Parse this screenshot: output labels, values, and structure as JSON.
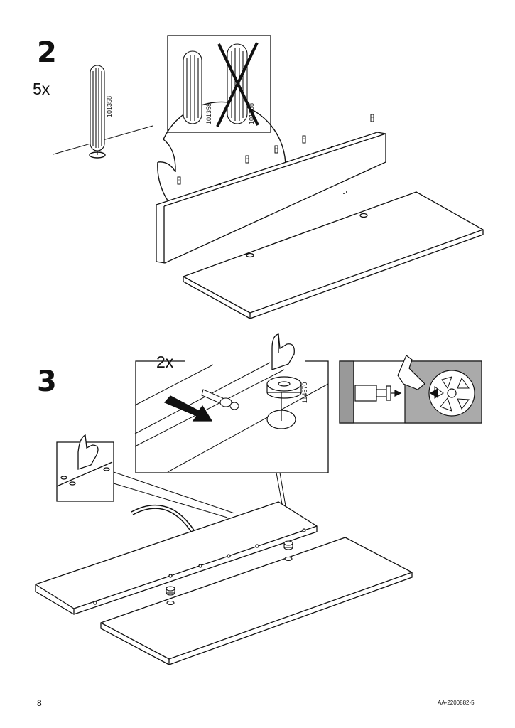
{
  "page": {
    "page_number": "8",
    "document_code": "AA-2200882-5"
  },
  "step2": {
    "number": "2",
    "quantity": "5x",
    "dowel_part_number": "101358",
    "compare_correct_part_number": "101358",
    "compare_wrong_part_number": "101358"
  },
  "step3": {
    "number": "3",
    "quantity": "2x",
    "cam_part_number": "114670"
  }
}
